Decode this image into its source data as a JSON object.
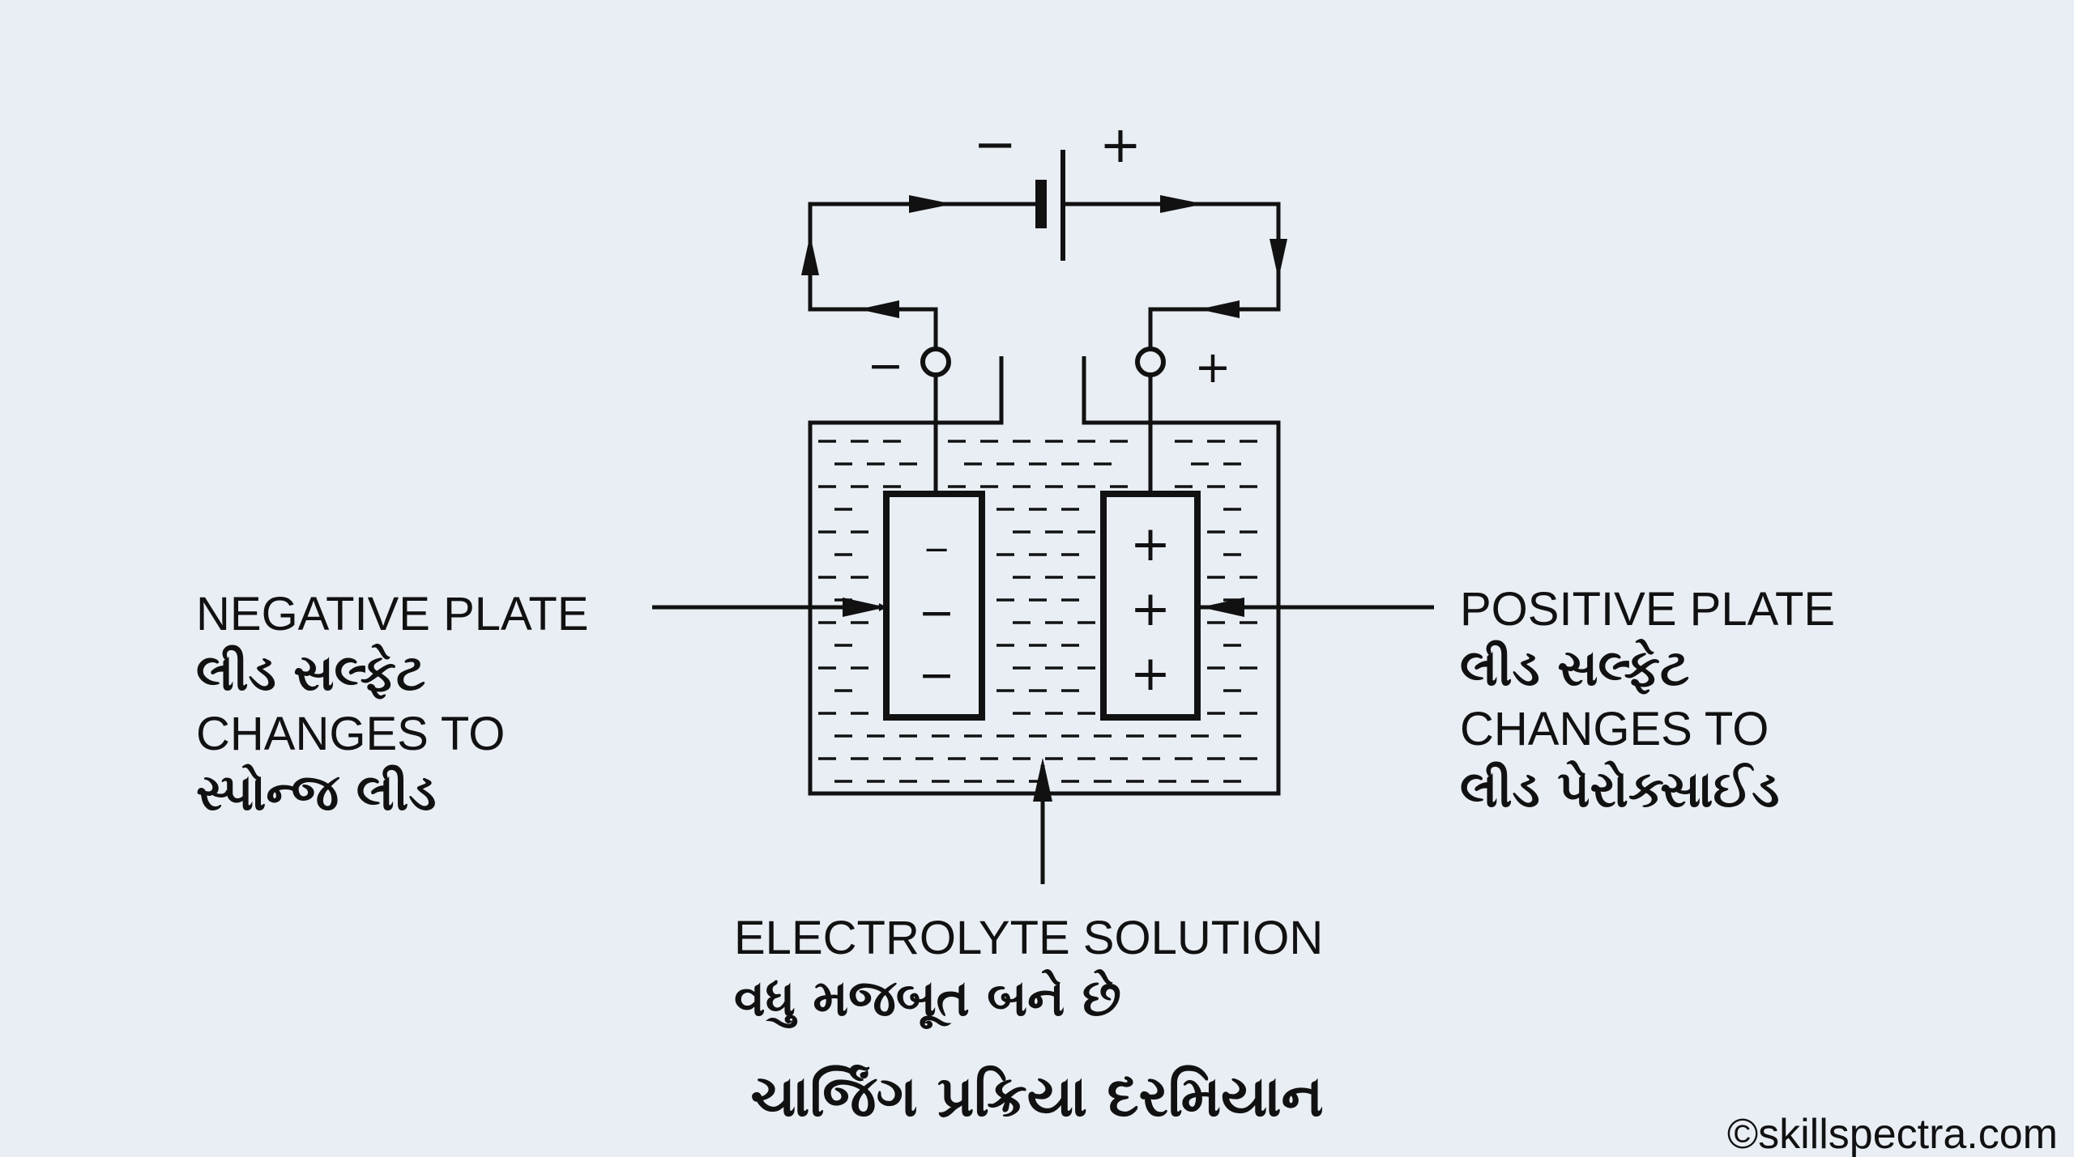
{
  "battery": {
    "negative_sign": "−",
    "positive_sign": "+"
  },
  "cell": {
    "negative_terminal_sign": "−",
    "positive_terminal_sign": "+",
    "negative_plate_signs": [
      "−",
      "−",
      "−"
    ],
    "positive_plate_signs": [
      "+",
      "+",
      "+"
    ]
  },
  "labels": {
    "negative_plate": {
      "title": "NEGATIVE PLATE",
      "from": "લીડ સલ્ફેટ",
      "changes": "CHANGES TO",
      "to": "સ્પોન્જ લીડ"
    },
    "positive_plate": {
      "title": "POSITIVE PLATE",
      "from": "લીડ સલ્ફેટ",
      "changes": "CHANGES TO",
      "to": "લીડ પેરોક્સાઈડ"
    },
    "electrolyte": {
      "title": "ELECTROLYTE SOLUTION",
      "state": "વધુ મજબૂત બને છે"
    }
  },
  "caption": "ચાર્જિંગ પ્રક્રિયા દરમિયાન",
  "copyright": "©skillspectra.com"
}
